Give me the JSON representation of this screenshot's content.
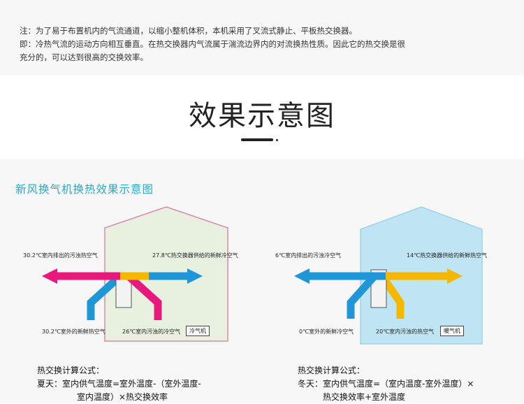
{
  "note": {
    "line1": "注：为了易于布置机内的气流通道，以缩小整机体积，本机采用了叉流式静止、平板热交换器。",
    "line2": "即：冷热气流的运动方向相互垂直。在热交换器内气流属于湍流边界内的对流换热性质。因此它的热交换是很",
    "line3": "充分的，可以达到很高的交换效率。"
  },
  "title": "效果示意图",
  "panel_heading": "新风换气机换热效果示意图",
  "summer": {
    "exhaust_label": "30.2℃室内排出的污浊热空气",
    "supply_label": "27.8℃热交换器供给的新鲜冷空气",
    "outdoor_label": "30.2℃室外的新鲜热空气",
    "indoor_label": "26℃室内污浊的冷空气",
    "unit_label": "冷气机",
    "formula_title": "热交换计算公式：",
    "formula_line1": "夏天：室内供气温度=室外温度-（室外温度-",
    "formula_line2": "室内温度）×热交换效率"
  },
  "winter": {
    "exhaust_label": "6℃室内排出的污浊冷空气",
    "supply_label": "14℃热交换器供给的新鲜热空气",
    "outdoor_label": "0℃室外的新鲜冷空气",
    "indoor_label": "20℃室内污浊的热空气",
    "unit_label": "暖气机",
    "formula_title": "热交换计算公式：",
    "formula_line1": "冬天：室内供气温度=（室内温度-室外温度）×",
    "formula_line2": "热交换效率+室外温度"
  },
  "colors": {
    "heading": "#2aa8c8",
    "summer_house": "#e8f1e0",
    "summer_house_border": "#d98aa8",
    "winter_house": "#bfe4f4",
    "winter_house_border": "#9fd3ea",
    "hot_arrow": "#e8197d",
    "warm_arrow": "#f5b800",
    "cold_arrow": "#1f96d8"
  }
}
